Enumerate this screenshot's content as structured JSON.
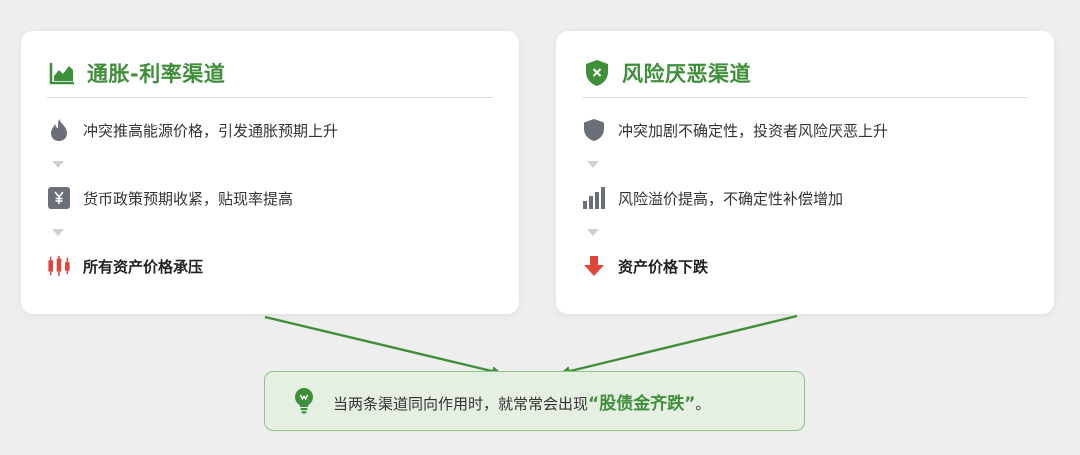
{
  "colors": {
    "accent_green": "#3f8f3a",
    "neutral_gray": "#6b6f78",
    "alert_red": "#e0453a",
    "conclusion_bg": "#e5efe2"
  },
  "left_card": {
    "title": "通胀-利率渠道",
    "title_icon": "area-chart-icon",
    "steps": [
      {
        "text": "冲突推高能源价格，引发通胀预期上升",
        "icon": "flame-icon"
      },
      {
        "text": "货币政策预期收紧，贴现率提高",
        "icon": "yen-icon"
      },
      {
        "text": "所有资产价格承压",
        "icon": "candlestick-icon"
      }
    ]
  },
  "right_card": {
    "title": "风险厌恶渠道",
    "title_icon": "shield-x-icon",
    "steps": [
      {
        "text": "冲突加剧不确定性，投资者风险厌恶上升",
        "icon": "shield-icon"
      },
      {
        "text": "风险溢价提高，不确定性补偿增加",
        "icon": "bar-chart-icon"
      },
      {
        "text": "资产价格下跌",
        "icon": "down-arrow-icon"
      }
    ]
  },
  "conclusion": {
    "icon": "lightbulb-icon",
    "prefix": "当两条渠道同向作用时，就常常会出现",
    "emphasis": "“股债金齐跌”",
    "suffix": "。"
  }
}
